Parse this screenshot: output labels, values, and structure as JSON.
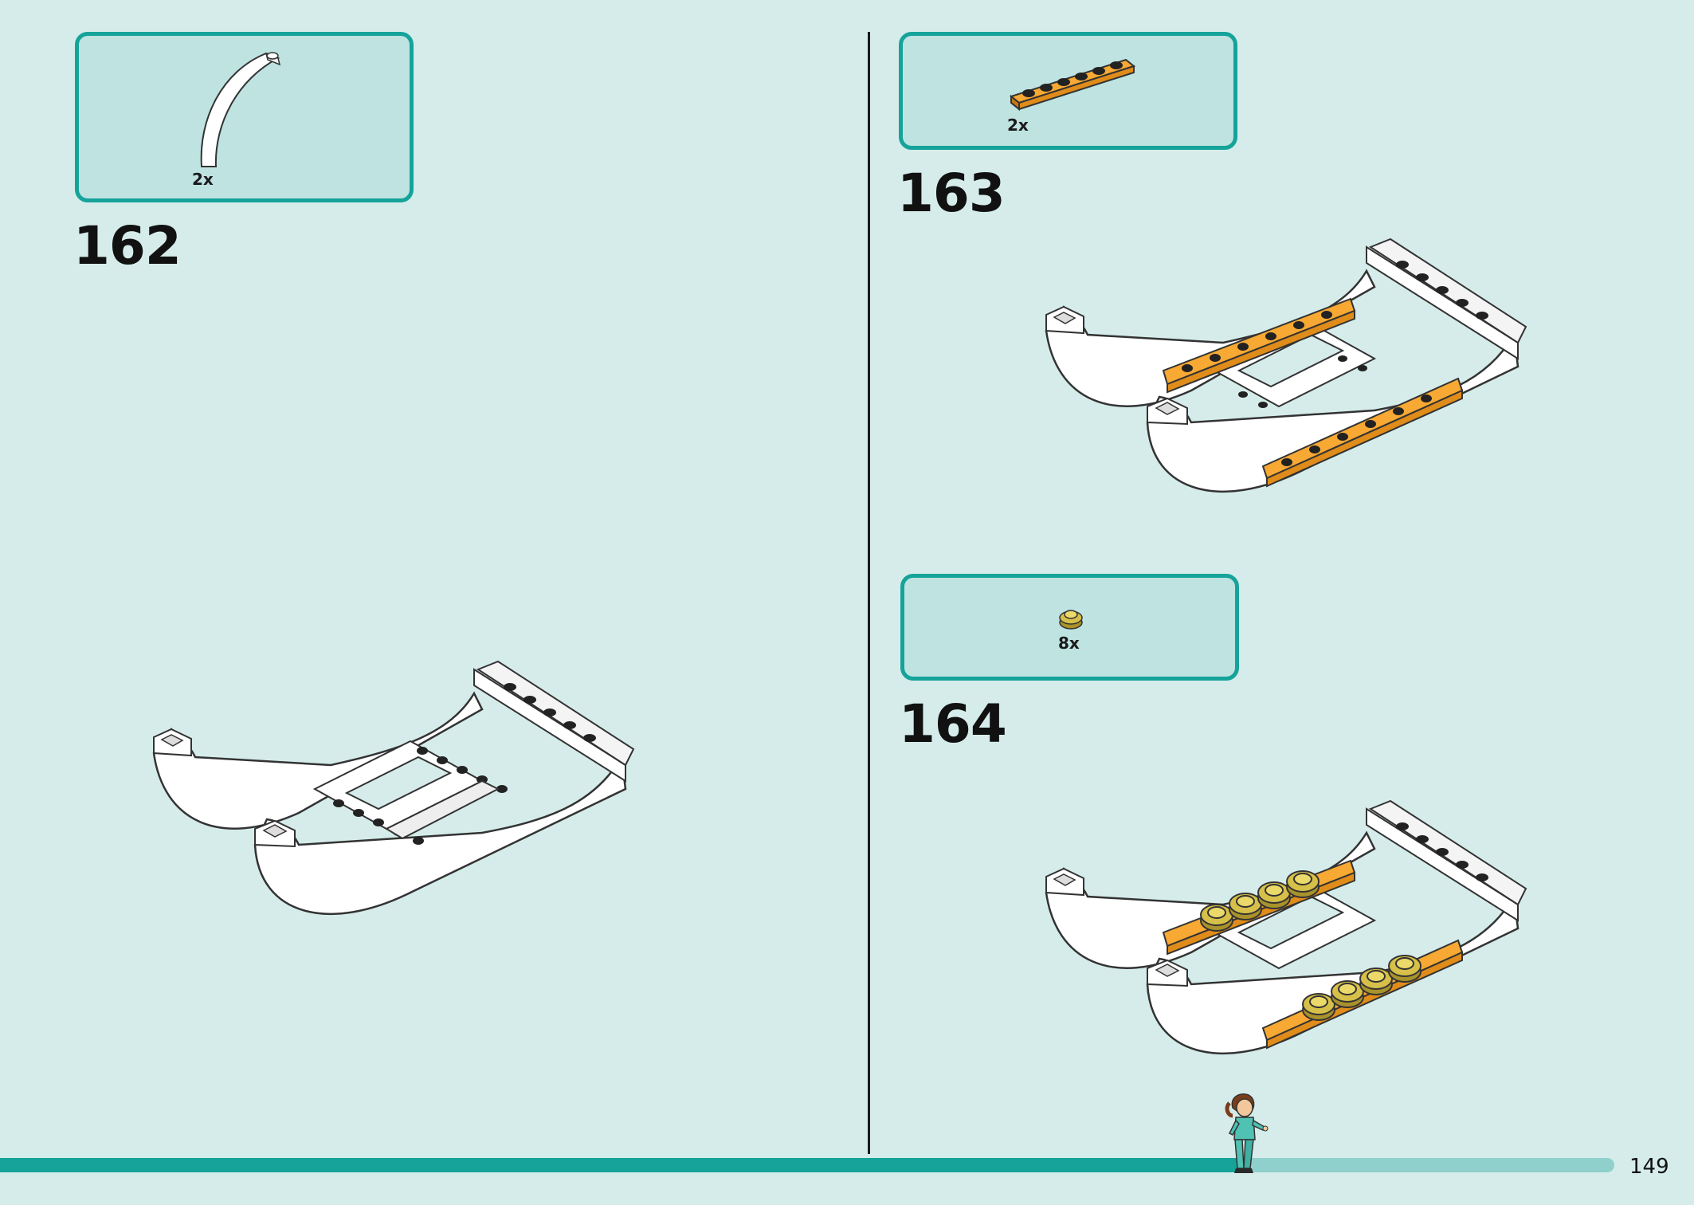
{
  "page": {
    "number": "149"
  },
  "progress": {
    "fraction": 0.77
  },
  "colors": {
    "background": "#d5ecea",
    "box_fill": "#bee3e1",
    "box_border": "#15a39a",
    "orange_plate": "#f7a933",
    "gold_round": "#c8b03a"
  },
  "steps": [
    {
      "number": "162",
      "parts": [
        {
          "qty": "2x",
          "icon": "white-curved-arch-brick-icon"
        }
      ]
    },
    {
      "number": "163",
      "parts": [
        {
          "qty": "2x",
          "icon": "orange-1x6-plate-icon"
        }
      ]
    },
    {
      "number": "164",
      "parts": [
        {
          "qty": "8x",
          "icon": "gold-round-plate-icon"
        }
      ]
    }
  ],
  "mascot": {
    "icon": "minifigure-walking-icon"
  }
}
